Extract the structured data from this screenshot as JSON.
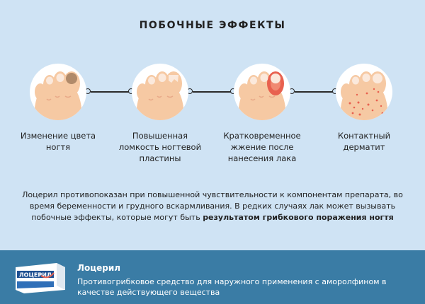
{
  "title": "ПОБОЧНЫЕ ЭФФЕКТЫ",
  "effects": [
    {
      "caption": "Изменение цвета ногтя",
      "icon": "toe-nail-discoloration-icon"
    },
    {
      "caption": "Повышенная ломкость ногтевой пластины",
      "icon": "toe-nail-brittleness-icon"
    },
    {
      "caption": "Кратковременное жжение после нанесения лака",
      "icon": "toe-burning-icon"
    },
    {
      "caption": "Контактный дерматит",
      "icon": "toe-dermatitis-icon"
    }
  ],
  "paragraph": {
    "text1": "Лоцерил противопоказан при повышенной чувствительности к компонентам препарата, во время беременности и грудного вскармливания. В редких случаях лак может вызывать побочные эффекты, которые могут быть ",
    "bold": "результатом грибкового поражения ногтя"
  },
  "footer": {
    "product_name": "Лоцерил",
    "description": "Противогрибковое средство для наружного применения с аморолфином в качестве действующего вещества",
    "box_label": "ЛОЦЕРИЛ"
  },
  "colors": {
    "background": "#cfe3f4",
    "footer": "#3a7ca5",
    "skin": "#f6c9a3",
    "nail": "#fbe9dc",
    "irritation": "#e8614f"
  }
}
